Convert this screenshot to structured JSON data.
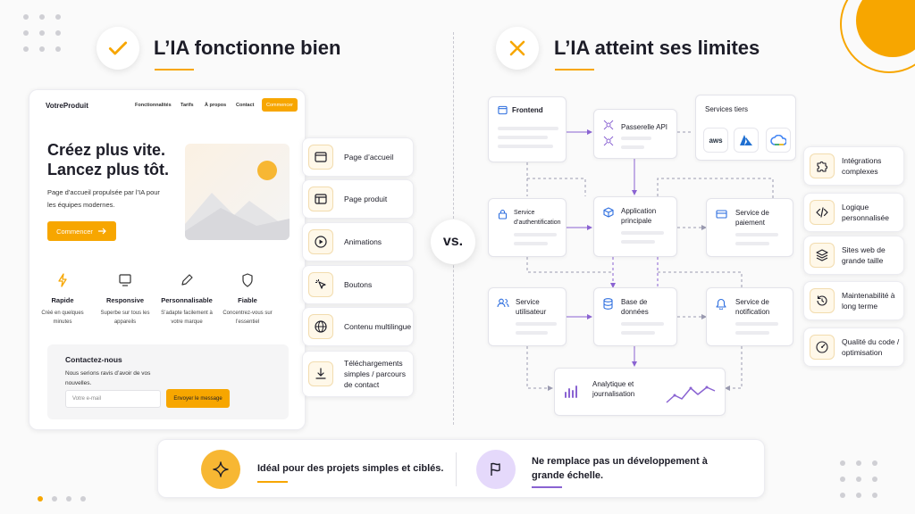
{
  "left": {
    "title": "L’IA fonctionne bien",
    "site": {
      "brand": "VotreProduit",
      "nav": [
        "Fonctionnalités",
        "Tarifs",
        "À propos",
        "Contact"
      ],
      "nav_cta": "Commencer",
      "hero_title_1": "Créez plus vite.",
      "hero_title_2": "Lancez plus tôt.",
      "hero_desc": "Page d’accueil propulsée par l’IA pour les équipes modernes.",
      "hero_button": "Commencer",
      "features": [
        {
          "title": "Rapide",
          "desc": "Créé en quelques minutes"
        },
        {
          "title": "Responsive",
          "desc": "Superbe sur tous les appareils"
        },
        {
          "title": "Personnalisable",
          "desc": "S’adapte facilement à votre marque"
        },
        {
          "title": "Fiable",
          "desc": "Concentrez-vous sur l’essentiel"
        }
      ],
      "contact": {
        "title": "Contactez-nous",
        "desc": "Nous serions ravis d’avoir de vos nouvelles.",
        "placeholder": "Votre e-mail",
        "button": "Envoyer le message"
      }
    },
    "items": [
      {
        "label": "Page d’accueil"
      },
      {
        "label": "Page produit"
      },
      {
        "label": "Animations"
      },
      {
        "label": "Boutons"
      },
      {
        "label": "Contenu multilingue"
      },
      {
        "label": "Téléchargements simples / parcours de contact"
      }
    ]
  },
  "vs": "vs.",
  "right": {
    "title": "L’IA atteint ses limites",
    "nodes": {
      "frontend": "Frontend",
      "gateway": "Passerelle API",
      "third_party": "Services tiers",
      "auth": "Service d’authentification",
      "app": "Application principale",
      "payment": "Service de paiement",
      "user": "Service utilisateur",
      "db": "Base de données",
      "notif": "Service de notification",
      "analytics": "Analytique et journalisation"
    },
    "third_party_logos": [
      "aws"
    ],
    "items": [
      {
        "label": "Intégrations complexes"
      },
      {
        "label": "Logique personnalisée"
      },
      {
        "label": "Sites web de grande taille"
      },
      {
        "label": "Maintenabilité à long terme"
      },
      {
        "label": "Qualité du code / optimisation"
      }
    ]
  },
  "bottom": {
    "good": "Idéal pour des projets simples et ciblés.",
    "limit": "Ne remplace pas un développement à grande échelle."
  },
  "colors": {
    "accent": "#f7a600",
    "purple": "#8a63d2",
    "blue": "#2f6fdf"
  }
}
